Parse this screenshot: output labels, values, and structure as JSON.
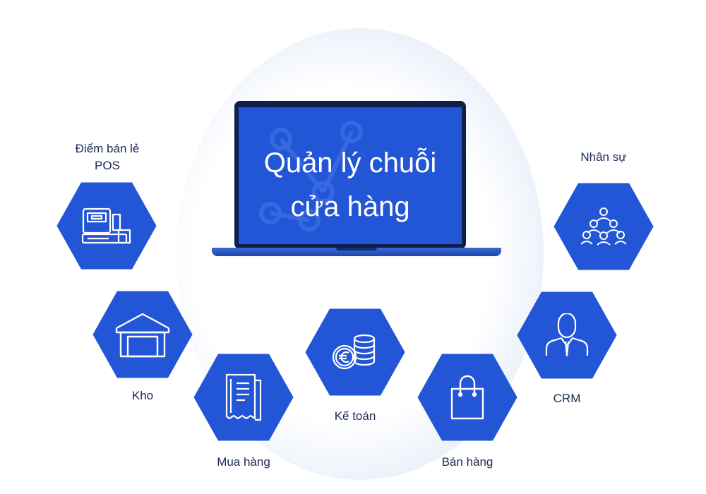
{
  "screen_title": {
    "line1": "Quản lý chuỗi",
    "line2": "cửa hàng"
  },
  "modules": {
    "pos": {
      "line1": "Điểm bán lẻ",
      "line2": "POS",
      "icon": "pos-terminal-icon"
    },
    "hr": {
      "label": "Nhân sự",
      "icon": "team-icon"
    },
    "warehouse": {
      "label": "Kho",
      "icon": "warehouse-icon"
    },
    "purchase": {
      "label": "Mua hàng",
      "icon": "receipt-icon"
    },
    "accounting": {
      "label": "Kế toán",
      "icon": "euro-coins-icon"
    },
    "sales": {
      "label": "Bán hàng",
      "icon": "shopping-bag-icon"
    },
    "crm": {
      "label": "CRM",
      "icon": "customer-icon"
    }
  },
  "colors": {
    "hexagon": "#2356d6",
    "screen": "#2356d6",
    "label": "#1b2a54"
  }
}
